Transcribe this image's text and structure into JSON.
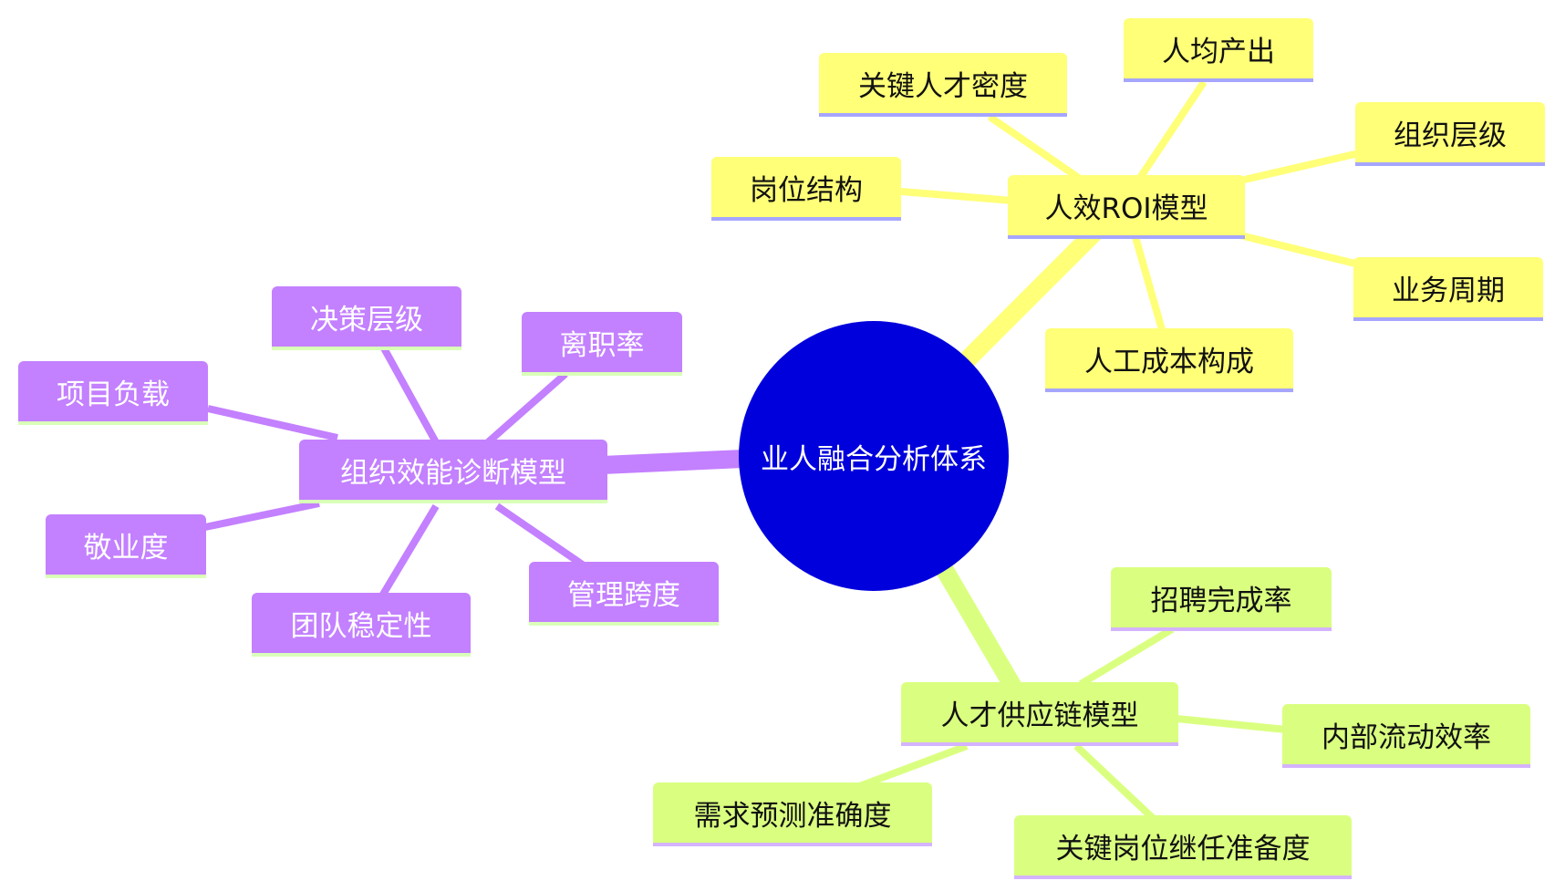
{
  "root": {
    "label": "业人融合分析体系"
  },
  "colors": {
    "root": "#0000dd",
    "roi_branch": "#ffff78",
    "supply_branch": "#daff80",
    "org_branch": "#c380ff"
  },
  "branches": {
    "roi": {
      "label": "人效ROI模型",
      "children": [
        "关键人才密度",
        "人均产出",
        "组织层级",
        "岗位结构",
        "业务周期",
        "人工成本构成"
      ]
    },
    "supply": {
      "label": "人才供应链模型",
      "children": [
        "招聘完成率",
        "内部流动效率",
        "需求预测准确度",
        "关键岗位继任准备度"
      ]
    },
    "org": {
      "label": "组织效能诊断模型",
      "children": [
        "决策层级",
        "离职率",
        "项目负载",
        "敬业度",
        "团队稳定性",
        "管理跨度"
      ]
    }
  }
}
